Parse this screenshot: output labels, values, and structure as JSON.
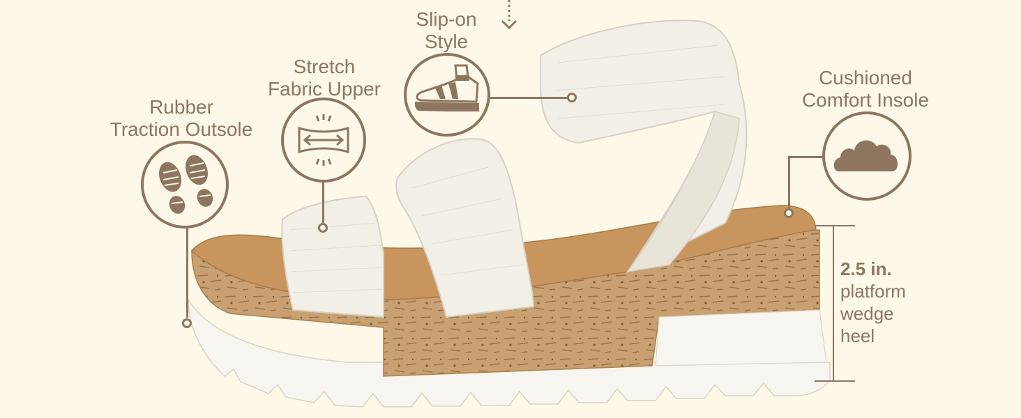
{
  "features": {
    "outsole": {
      "line1": "Rubber",
      "line2": "Traction Outsole",
      "icon": "footprints-icon"
    },
    "upper": {
      "line1": "Stretch",
      "line2": "Fabric Upper",
      "icon": "stretch-arrows-icon"
    },
    "slipon": {
      "line1": "Slip-on",
      "line2": "Style",
      "icon": "sandal-foot-icon"
    },
    "insole": {
      "line1": "Cushioned",
      "line2": "Comfort Insole",
      "icon": "cloud-icon"
    }
  },
  "heel": {
    "value": "2.5 in.",
    "line1": "platform",
    "line2": "wedge",
    "line3": "heel"
  },
  "colors": {
    "background": "#fdf8e8",
    "accent": "#8d7560",
    "strap": "#f2efe6",
    "cork": "#c9a071",
    "insole": "#c9955e",
    "sole": "#f7f5ef"
  }
}
